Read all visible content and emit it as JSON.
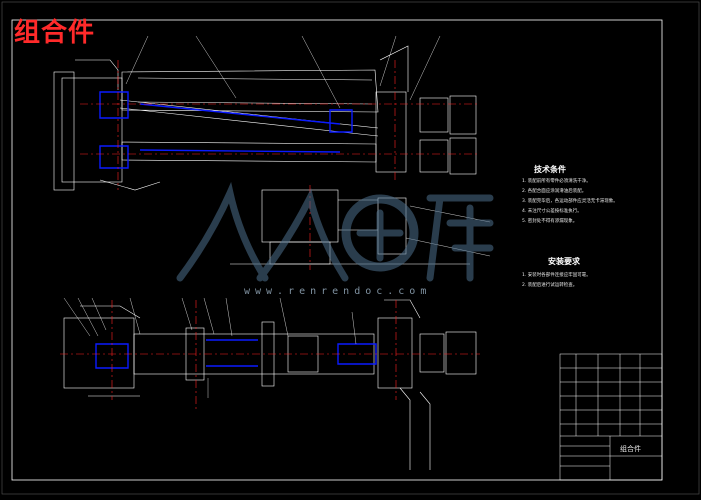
{
  "drawing": {
    "title": "组合件",
    "title_color": "#ff2a2a",
    "line_colors": {
      "frame": "#ffffff",
      "outline": "#ffffff",
      "section": "#0a1aff",
      "centerline": "#ff2020",
      "accent": "#00c8ff"
    }
  },
  "notes": {
    "technical": {
      "heading": "技术条件",
      "lines": [
        "1. 装配前所有零件必须清洗干净。",
        "2. 各配合面应涂润滑油后装配。",
        "3. 装配完毕后，各运动部件应灵活无卡滞现象。",
        "4. 未注尺寸公差按标准执行。",
        "5. 密封处不得有渗漏现象。"
      ]
    },
    "installation": {
      "heading": "安装要求",
      "lines": [
        "1. 安装时各部件连接应牢固可靠。",
        "2. 装配后进行试运转检查。"
      ]
    }
  },
  "watermark": {
    "text": "人人文库",
    "url": "www.renrendoc.com"
  },
  "title_block": {
    "label": "组合件"
  }
}
